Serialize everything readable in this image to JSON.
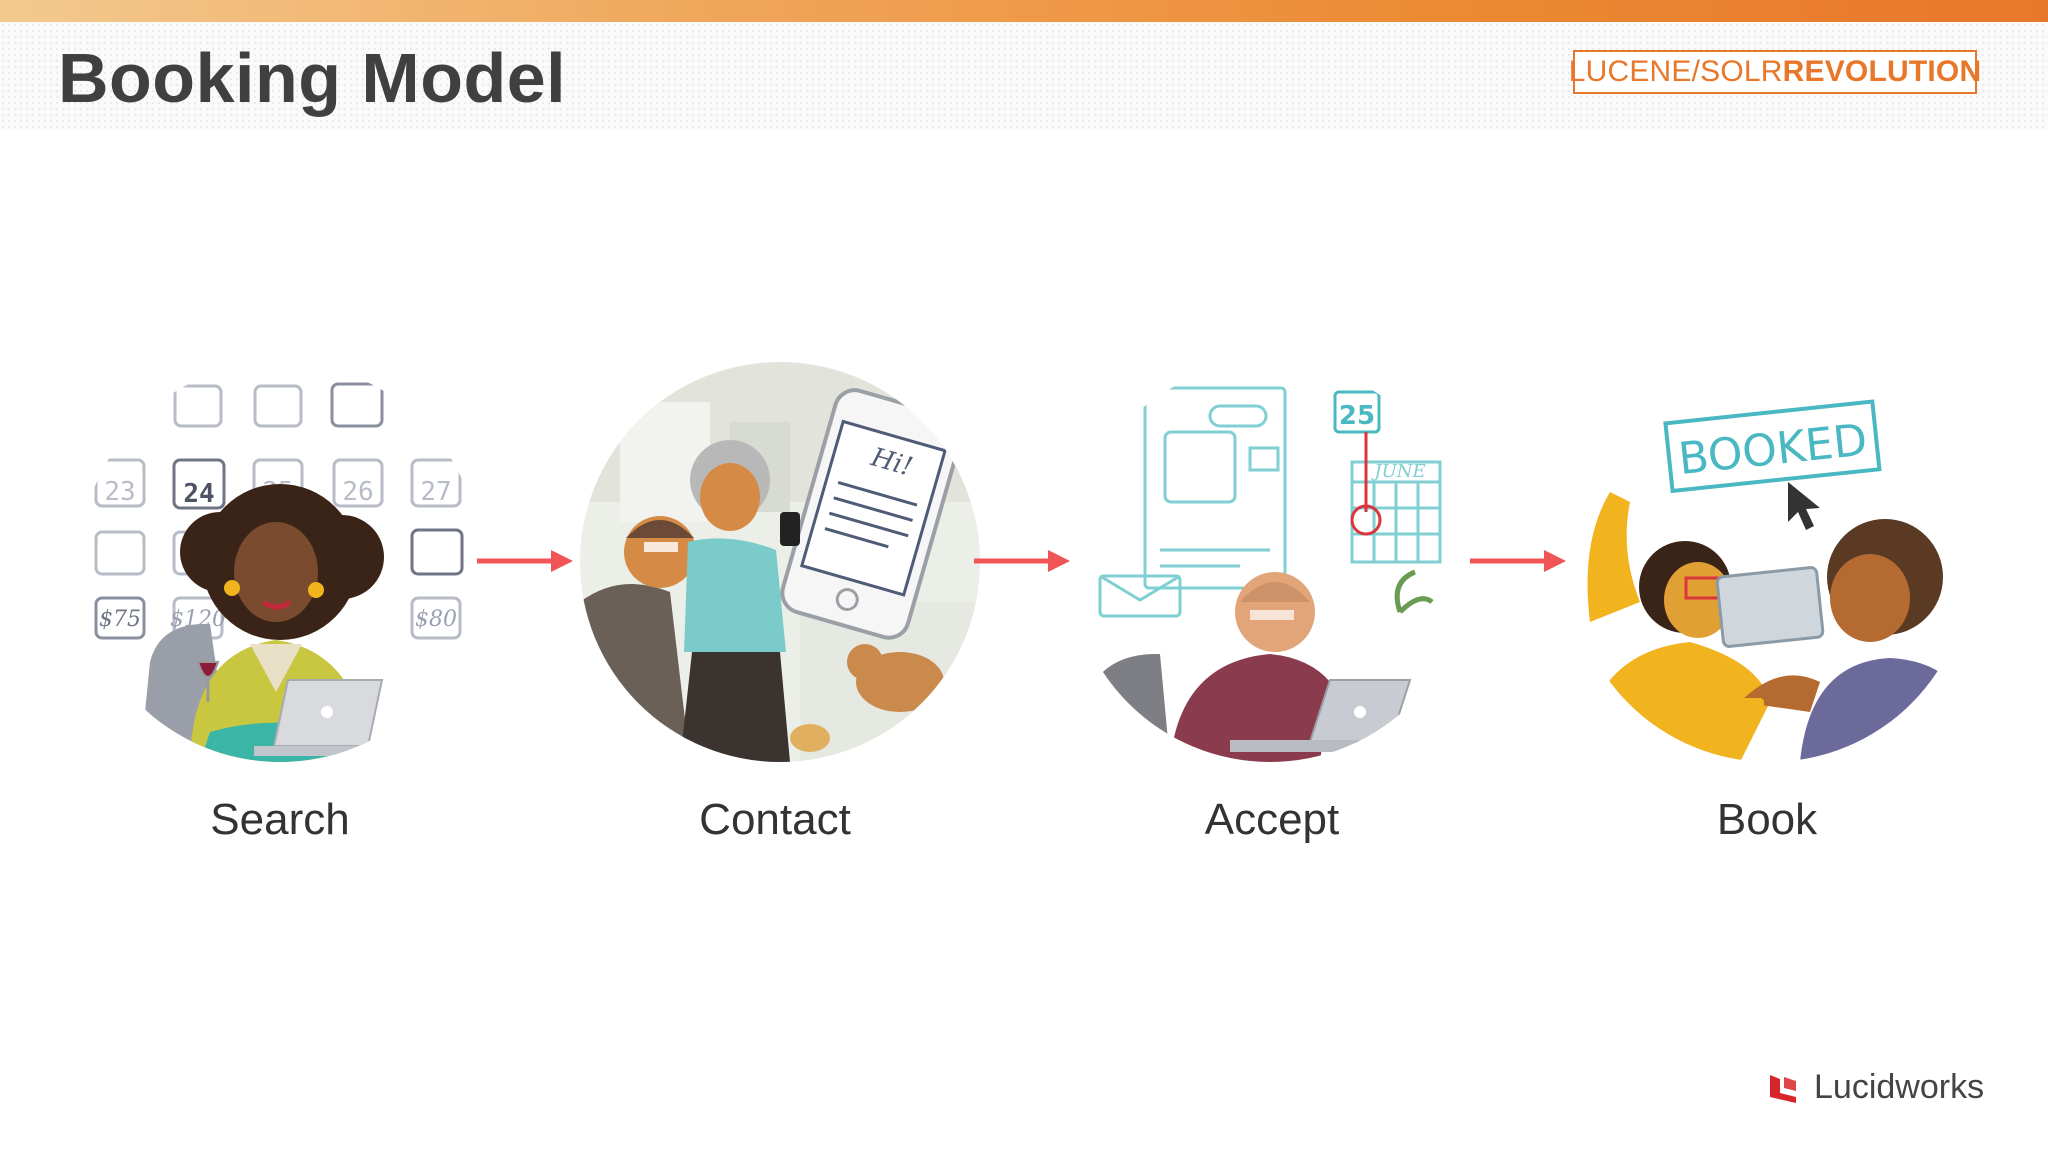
{
  "header": {
    "title": "Booking Model",
    "brand_light": "LUCENE/SOLR",
    "brand_bold": "REVOLUTION",
    "accent_color": "#e8772a"
  },
  "steps": [
    {
      "label": "Search",
      "illustration": "woman-laptop-search-icon"
    },
    {
      "label": "Contact",
      "illustration": "couple-phone-message-icon"
    },
    {
      "label": "Accept",
      "illustration": "man-laptop-calendar-icon"
    },
    {
      "label": "Book",
      "illustration": "booked-celebration-icon"
    }
  ],
  "illustration_text": {
    "search_dates": [
      "23",
      "24",
      "25",
      "26",
      "27"
    ],
    "search_prices": [
      "$75",
      "$120",
      "$80"
    ],
    "contact_message": "Hi!",
    "accept_day": "25",
    "accept_month": "JUNE",
    "book_sign": "BOOKED"
  },
  "arrow_color": "#f05454",
  "footer": {
    "logo_name": "Lucidworks",
    "logo_color": "#d6262c"
  }
}
